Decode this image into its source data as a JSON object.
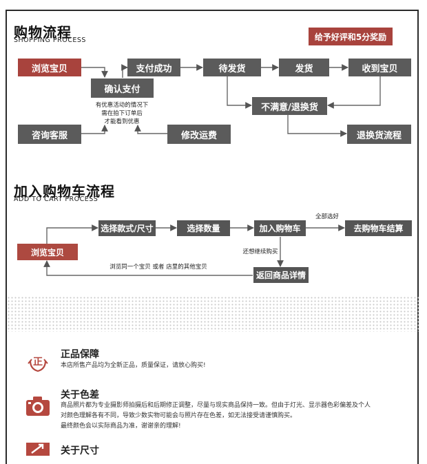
{
  "shopping": {
    "title_cn": "购物流程",
    "title_en": "SHOPPING PROCESS",
    "reward": "给予好评和5分奖励",
    "nodes": {
      "browse": "浏览宝贝",
      "pay_ok": "支付成功",
      "wait_ship": "待发货",
      "shipped": "发货",
      "received": "收到宝贝",
      "confirm_pay": "确认支付",
      "unhappy": "不满意/退换货",
      "consult": "咨询客服",
      "modify_fee": "修改运费",
      "return_flow": "退换货流程"
    },
    "note_lines": [
      "有优惠活动的情况下",
      "需在拍下订单后",
      "才能看到优惠"
    ]
  },
  "cart": {
    "title_cn": "加入购物车流程",
    "title_en": "ADD TO CART PROCESS",
    "nodes": {
      "browse": "浏览宝贝",
      "choose_style": "选择款式/尺寸",
      "choose_qty": "选择数量",
      "add_cart": "加入购物车",
      "checkout": "去购物车结算",
      "back_detail": "返回商品详情"
    },
    "labels": {
      "all_selected": "全部选好",
      "continue": "还想继续购买",
      "browse_more": "浏览同一个宝贝 或者 店里的其他宝贝"
    }
  },
  "info": [
    {
      "icon": "genuine-icon",
      "title": "正品保障",
      "lines": [
        "本店所售产品均为全新正品，质量保证，请放心购买!"
      ]
    },
    {
      "icon": "camera-icon",
      "title": "关于色差",
      "lines": [
        "商品照片都为专业摄影师拍摄后和后期修正调整，尽量与现实商品保持一致。但由于灯光、显示器色彩偏差及个人",
        "对颜色理解各有不同，导致少数实物可能会与照片存在色差，如无法接受请谨慎购买。",
        "最终颜色会以实际商品为准，谢谢亲的理解!"
      ]
    },
    {
      "icon": "size-icon",
      "title": "关于尺寸",
      "lines": []
    }
  ],
  "genuine_glyph": "正",
  "colors": {
    "accent_red": "#a8433d",
    "box_gray": "#5b5b5b"
  }
}
